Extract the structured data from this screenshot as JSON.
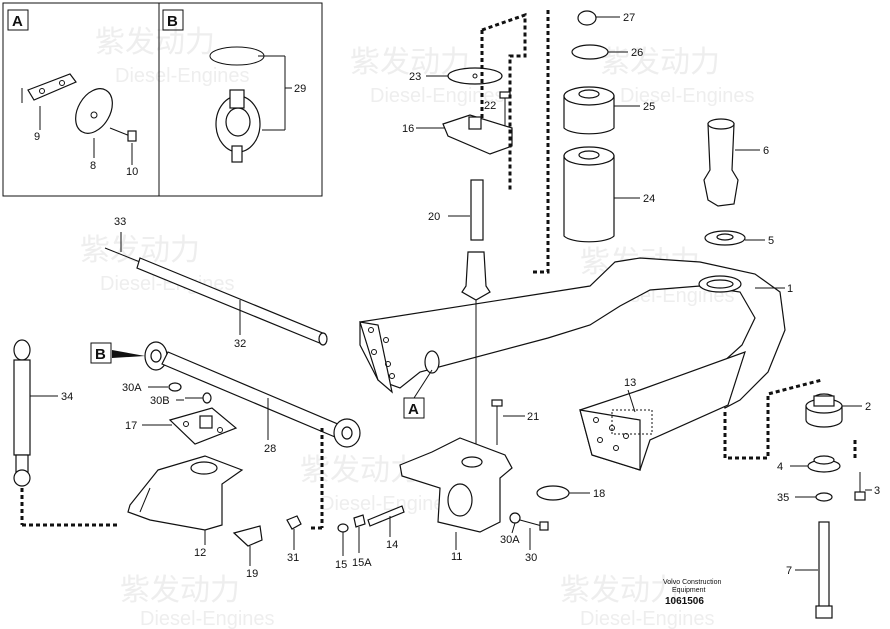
{
  "insets": [
    {
      "tag": "A"
    },
    {
      "tag": "B"
    }
  ],
  "callouts": {
    "A": "A",
    "B": "B"
  },
  "part_labels": {
    "p1": "1",
    "p2": "2",
    "p3": "3",
    "p4": "4",
    "p5": "5",
    "p6": "6",
    "p7": "7",
    "p8": "8",
    "p9": "9",
    "p10": "10",
    "p11": "11",
    "p12": "12",
    "p13": "13",
    "p14": "14",
    "p15": "15",
    "p15a": "15A",
    "p16": "16",
    "p17": "17",
    "p18": "18",
    "p19": "19",
    "p20": "20",
    "p21": "21",
    "p22": "22",
    "p23": "23",
    "p24": "24",
    "p25": "25",
    "p26": "26",
    "p27": "27",
    "p28": "28",
    "p29": "29",
    "p30": "30",
    "p30a_left": "30A",
    "p30b": "30B",
    "p30a_right": "30A",
    "p31": "31",
    "p32": "32",
    "p33": "33",
    "p34": "34",
    "p35": "35"
  },
  "footer": {
    "brand_line1": "Volvo Construction",
    "brand_line2": "Equipment",
    "drawing_number": "1061506"
  },
  "watermark": {
    "cn": "紫发动力",
    "en": "Diesel-Engines"
  }
}
